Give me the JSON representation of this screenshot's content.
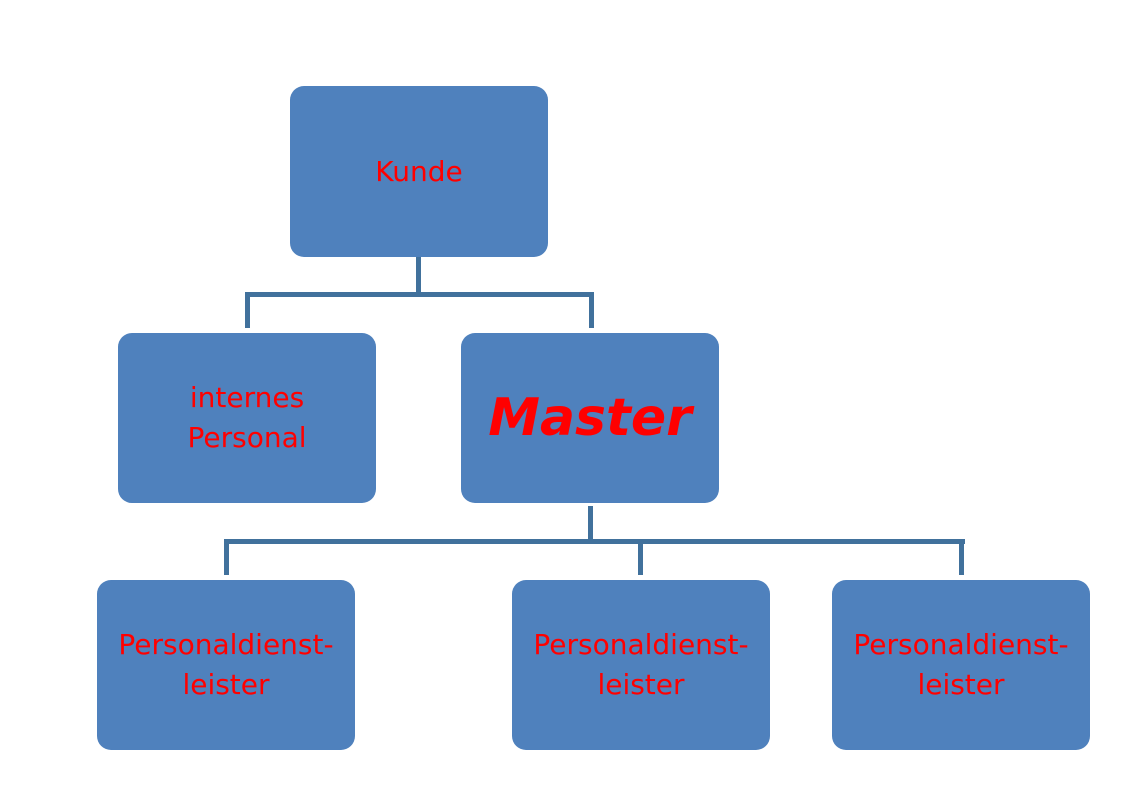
{
  "colors": {
    "box": "#4f81bd",
    "connector": "#41719c",
    "text": "#ff0000"
  },
  "nodes": {
    "kunde": {
      "label": "Kunde"
    },
    "internes_personal": {
      "line1": "internes",
      "line2": "Personal"
    },
    "master": {
      "label": "Master"
    },
    "personaldienstleister_1": {
      "line1": "Personaldienst-",
      "line2": "leister"
    },
    "personaldienstleister_2": {
      "line1": "Personaldienst-",
      "line2": "leister"
    },
    "personaldienstleister_3": {
      "line1": "Personaldienst-",
      "line2": "leister"
    }
  },
  "edges": [
    {
      "from": "Kunde",
      "to": "internes Personal"
    },
    {
      "from": "Kunde",
      "to": "Master"
    },
    {
      "from": "Master",
      "to": "Personaldienstleister 1"
    },
    {
      "from": "Master",
      "to": "Personaldienstleister 2"
    },
    {
      "from": "Master",
      "to": "Personaldienstleister 3"
    }
  ]
}
